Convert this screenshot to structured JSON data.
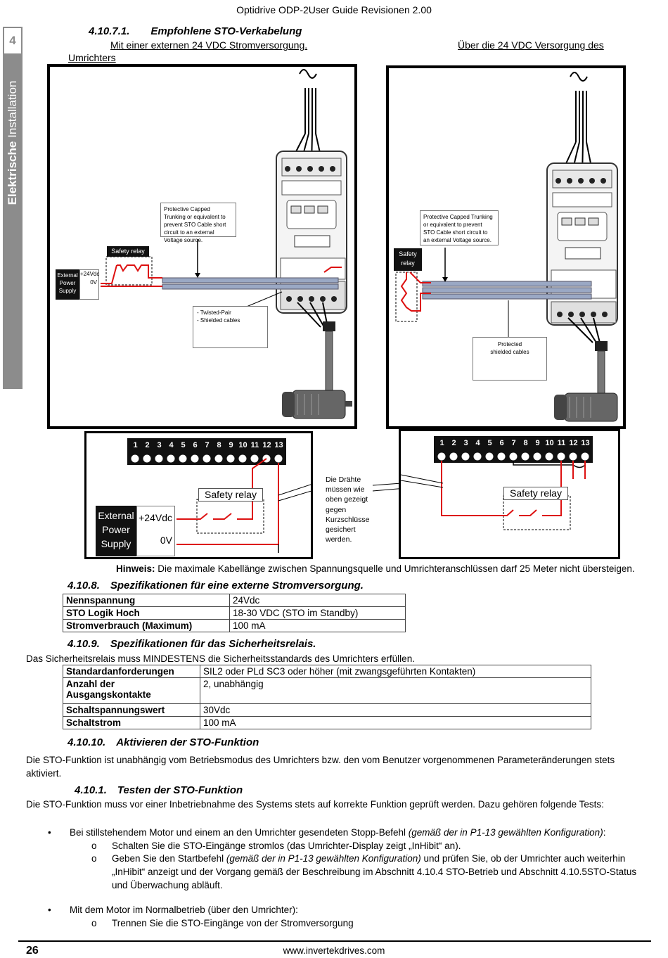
{
  "header": {
    "title": "Optidrive ODP-2User Guide Revisionen 2.00"
  },
  "sidebar": {
    "chapter_number": "4",
    "label_bold": "Elektrische",
    "label_rest": " Installation"
  },
  "section_41071": {
    "heading": "4.10.7.1.  Empfohlene STO-Verkabelung",
    "left_caption": "Mit einer externen 24 VDC Stromversorgung.",
    "right_caption_line1": "Über die 24 VDC Versorgung des",
    "right_caption_line2": "Umrichters"
  },
  "diagram_left": {
    "note": "Protective Capped Trunking or equivalent to prevent STO Cable short circuit to an external Voltage source.",
    "safety_relay": "Safety relay",
    "ext_power": [
      "External",
      "Power",
      "Supply"
    ],
    "v24": "+24Vdc",
    "v0": "0V",
    "cable_note": [
      "- Twisted-Pair",
      "- Shielded cables"
    ]
  },
  "diagram_right": {
    "note": "Protective Capped Trunking or equivalent to prevent STO Cable short circuit to an external Voltage source.",
    "safety_relay": [
      "Safety",
      "relay"
    ],
    "cable_note": [
      "Protected",
      "shielded cables"
    ]
  },
  "terminal_left": {
    "numbers": [
      "1",
      "2",
      "3",
      "4",
      "5",
      "6",
      "7",
      "8",
      "9",
      "10",
      "11",
      "12",
      "13"
    ],
    "safety_relay": "Safety relay",
    "ext_power": [
      "External",
      "Power",
      "Supply"
    ],
    "v24": "+24Vdc",
    "v0": "0V"
  },
  "wire_note": [
    "Die Drähte",
    "müssen wie",
    "oben gezeigt",
    "gegen",
    "Kurzschlüsse",
    "gesichert",
    "werden."
  ],
  "terminal_right": {
    "numbers": [
      "1",
      "2",
      "3",
      "4",
      "5",
      "6",
      "7",
      "8",
      "9",
      "10",
      "11",
      "12",
      "13"
    ],
    "safety_relay": "Safety relay"
  },
  "hint": {
    "label": "Hinweis:",
    "text": " Die maximale Kabellänge zwischen Spannungsquelle und Umrichteranschlüssen darf 25 Meter nicht übersteigen."
  },
  "section_4108": {
    "heading": "4.10.8. Spezifikationen für eine externe Stromversorgung.",
    "rows": [
      {
        "k": "Nennspannung",
        "v": "24Vdc"
      },
      {
        "k": "STO Logik Hoch",
        "v": "18-30 VDC (STO im Standby)"
      },
      {
        "k": "Stromverbrauch (Maximum)",
        "v": "100 mA"
      }
    ]
  },
  "section_4109": {
    "heading": "4.10.9. Spezifikationen für das Sicherheitsrelais.",
    "intro": "Das Sicherheitsrelais muss MINDESTENS die Sicherheitsstandards des Umrichters erfüllen.",
    "rows": [
      {
        "k": "Standardanforderungen",
        "v": "SIL2 oder PLd SC3 oder höher (mit zwangsgeführten Kontakten)"
      },
      {
        "k": "Anzahl der Ausgangskontakte",
        "v": "2, unabhängig"
      },
      {
        "k": "Schaltspannungswert",
        "v": "30Vdc"
      },
      {
        "k": "Schaltstrom",
        "v": "100 mA"
      }
    ]
  },
  "section_41010": {
    "heading": "4.10.10. Aktivieren der STO-Funktion",
    "text": "Die STO-Funktion ist unabhängig vom Betriebsmodus des Umrichters bzw. den vom Benutzer vorgenommenen Parameteränderungen stets aktiviert."
  },
  "section_41011": {
    "heading": "4.10.1. Testen der STO-Funktion",
    "text": "Die STO-Funktion muss vor einer Inbetriebnahme des Systems stets auf korrekte Funktion geprüft werden. Dazu gehören folgende Tests:",
    "bullet1": "Bei stillstehendem Motor und einem an den Umrichter gesendeten Stopp-Befehl ",
    "bullet1_italic": "(gemäß der in P1-13 gewählten Konfiguration)",
    "bullet1_end": ":",
    "sub1": "Schalten Sie die STO-Eingänge stromlos (das Umrichter-Display zeigt „InHibit“ an).",
    "sub2a": "Geben Sie den Startbefehl ",
    "sub2_italic": "(gemäß der in P1-13 gewählten Konfiguration)",
    "sub2b": " und prüfen Sie, ob der Umrichter auch weiterhin „InHibit“ anzeigt und der Vorgang gemäß der Beschreibung im Abschnitt 4.10.4 STO-Betrieb und Abschnitt 4.10.5STO-Status und Überwachung abläuft.",
    "bullet2": "Mit dem Motor im Normalbetrieb (über den Umrichter):",
    "sub3": "Trennen Sie die STO-Eingänge von der Stromversorgung"
  },
  "footer": {
    "page": "26",
    "url": "www.invertekdrives.com"
  },
  "colors": {
    "sidebar": "#8c8c8c",
    "wire": "#d11",
    "terminal": "#111"
  }
}
